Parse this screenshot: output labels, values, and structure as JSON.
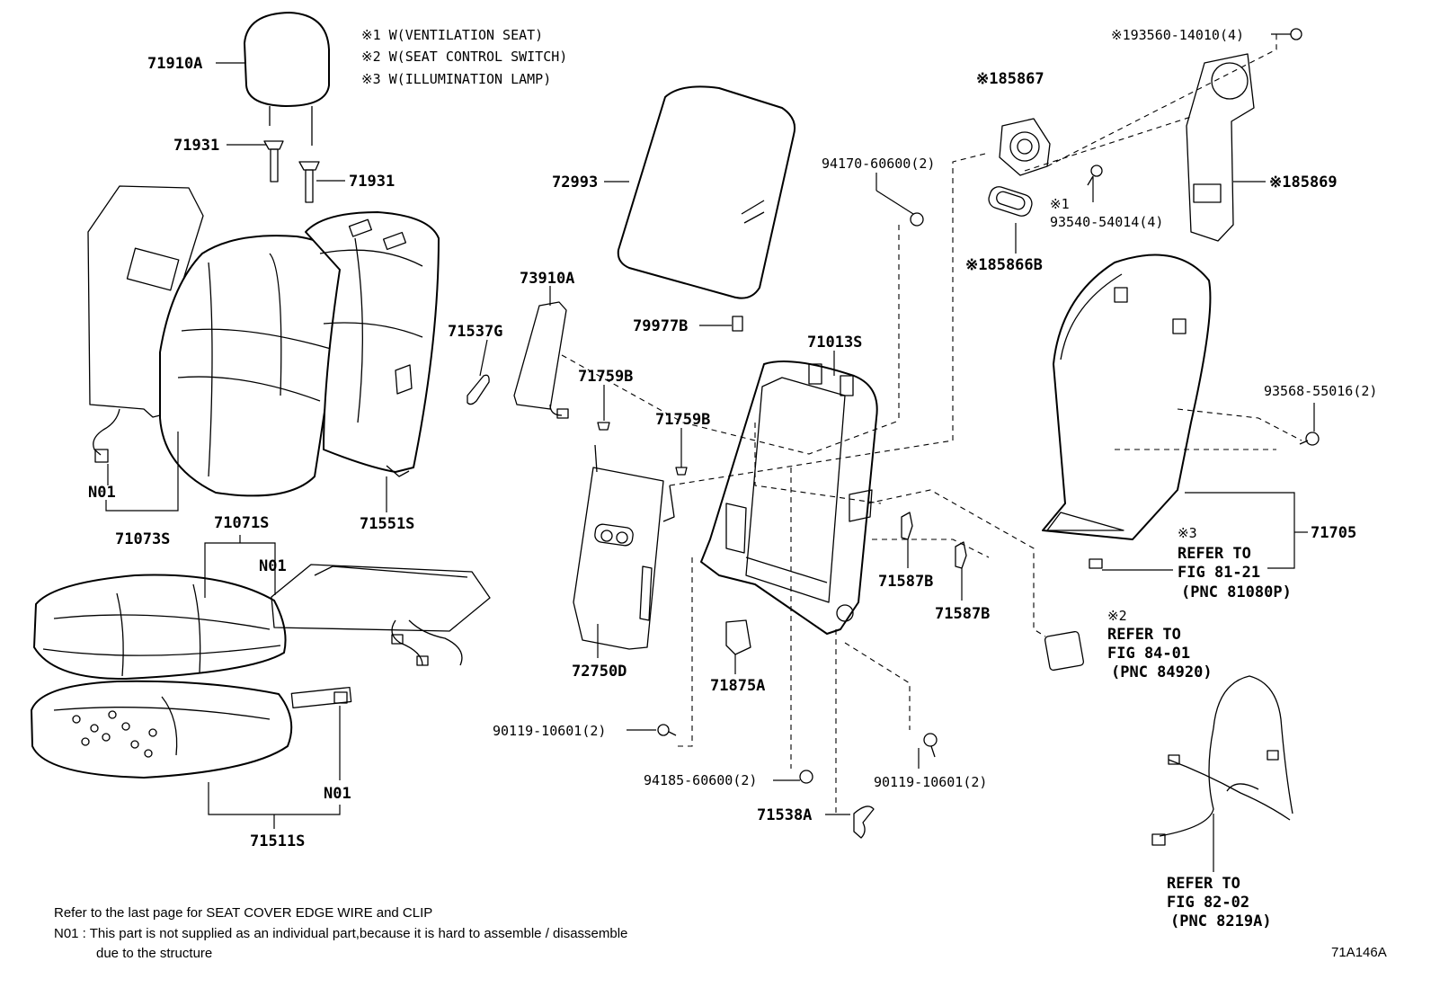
{
  "legend": [
    "※1 W(VENTILATION SEAT)",
    "※2 W(SEAT CONTROL SWITCH)",
    "※3 W(ILLUMINATION LAMP)"
  ],
  "parts": {
    "p71910A": "71910A",
    "p71931a": "71931",
    "p71931b": "71931",
    "p72993": "72993",
    "p73910A": "73910A",
    "p71537G": "71537G",
    "p79977B": "79977B",
    "p71759Ba": "71759B",
    "p71759Bb": "71759B",
    "p71013S": "71013S",
    "p94170": "94170-60600(2)",
    "p185867": "※185867",
    "p193560": "※193560-14010(4)",
    "p185869": "※185869",
    "p93540mark": "※1",
    "p93540": "93540-54014(4)",
    "p185866B": "※185866B",
    "p93568": "93568-55016(2)",
    "p71705": "71705",
    "pN01a": "N01",
    "p71073S": "71073S",
    "p71551S": "71551S",
    "p71071S": "71071S",
    "pN01b": "N01",
    "pN01c": "N01",
    "p71511S": "71511S",
    "p72750D": "72750D",
    "p71875A": "71875A",
    "p71587Ba": "71587B",
    "p71587Bb": "71587B",
    "p90119a": "90119-10601(2)",
    "p94185": "94185-60600(2)",
    "p90119b": "90119-10601(2)",
    "p71538A": "71538A"
  },
  "refs": {
    "r3": [
      "※3",
      "REFER TO",
      "FIG 81-21",
      "(PNC 81080P)"
    ],
    "r2": [
      "※2",
      "REFER TO",
      "FIG 84-01",
      "(PNC 84920)"
    ],
    "r82": [
      "REFER TO",
      "FIG 82-02",
      "(PNC 8219A)"
    ]
  },
  "notes": {
    "line1": "Refer to the last page for SEAT COVER EDGE WIRE and CLIP",
    "line2": "N01 : This part is not supplied as an individual part,because it is hard to assemble / disassemble",
    "line3": "due to the structure"
  },
  "figure_id": "71A146A"
}
